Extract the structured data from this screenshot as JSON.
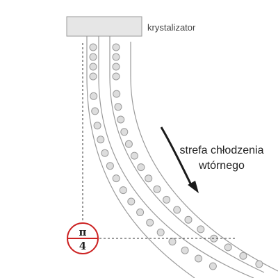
{
  "diagram": {
    "mold_label": "krystalizator",
    "zone_label_line1": "strefa chłodzenia",
    "zone_label_line2": "wtórnego",
    "angle_numerator": "π",
    "angle_denominator": "4",
    "colors": {
      "guide_stroke": "#9a9a9a",
      "roller_fill": "#dddddd",
      "roller_stroke": "#9a9a9a",
      "mold_fill": "#e6e6e6",
      "dashed_line": "#333333",
      "marker_red": "#cc2222",
      "arrow": "#1a1a1a"
    }
  }
}
